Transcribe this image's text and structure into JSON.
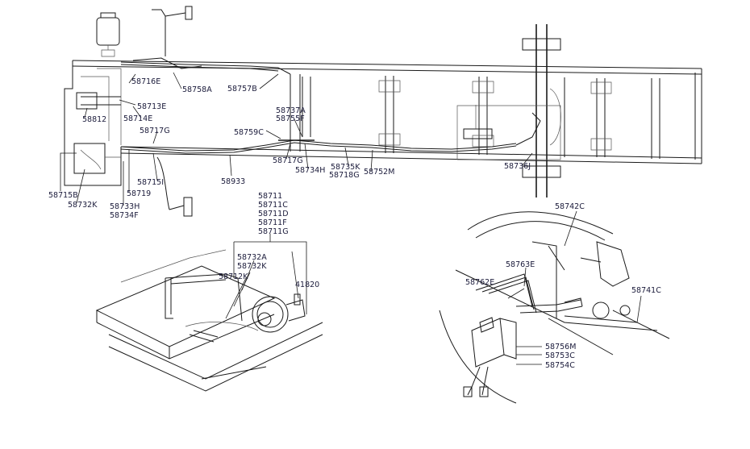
{
  "labels": {
    "l58716E": "58716E",
    "l58758A": "58758A",
    "l58757B": "58757B",
    "l58713E": "58713E",
    "l58812": "58812",
    "l58714E": "58714E",
    "l58717G_a": "58717G",
    "l58737A": "58737A",
    "l58755F": "58755F",
    "l58759C": "58759C",
    "l58717G_b": "58717G",
    "l58734H_a": "58734H",
    "l58735K": "58735K",
    "l58718G": "58718G",
    "l58752M": "58752M",
    "l58736J": "58736J",
    "l58715I": "58715I",
    "l58933": "58933",
    "l58715B": "58715B",
    "l58732K_a": "58732K",
    "l58719": "58719",
    "l58733H": "58733H",
    "l58734F": "58734F",
    "l58711": "58711",
    "l58711C": "58711C",
    "l58711D": "58711D",
    "l58711F": "58711F",
    "l58711G": "58711G",
    "l58732A": "58732A",
    "l58732K_b": "58732K",
    "l58712K": "58712K",
    "l41820": "41820",
    "l58742C": "58742C",
    "l58763E": "58763E",
    "l58762E": "58762E",
    "l58741C": "58741C",
    "l58756M": "58756M",
    "l58753C": "58753C",
    "l58754C": "58754C"
  }
}
